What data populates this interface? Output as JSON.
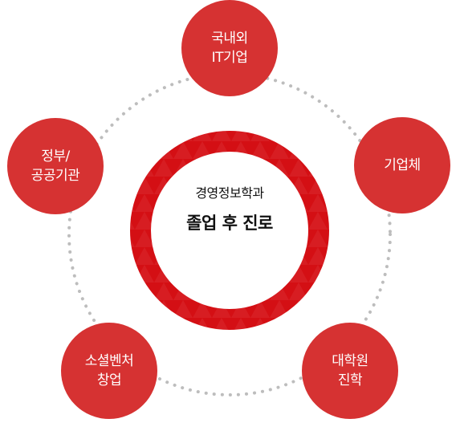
{
  "center": {
    "line1": "경영정보학과",
    "line2": "졸업 후 진로"
  },
  "nodes": [
    {
      "id": "domestic-it",
      "lines": [
        "국내외",
        "IT기업"
      ]
    },
    {
      "id": "enterprise",
      "lines": [
        "기업체"
      ]
    },
    {
      "id": "graduate-school",
      "lines": [
        "대학원",
        "진학"
      ]
    },
    {
      "id": "startup",
      "lines": [
        "소셜벤처",
        "창업"
      ]
    },
    {
      "id": "government",
      "lines": [
        "정부/",
        "공공기관"
      ]
    }
  ],
  "colors": {
    "node": "#d63232",
    "ring": "#d40f14",
    "dots": "#bdbdbd",
    "center_text": "#111111"
  }
}
